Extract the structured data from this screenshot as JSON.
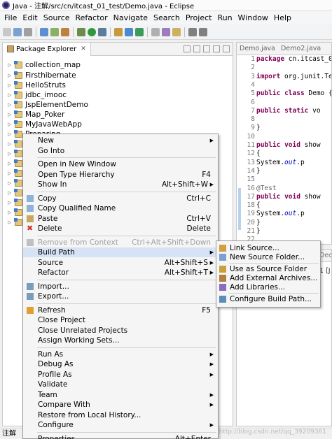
{
  "window": {
    "title": "Java - 注解/src/cn/itcast_01_test/Demo.java - Eclipse"
  },
  "menubar": [
    "File",
    "Edit",
    "Source",
    "Refactor",
    "Navigate",
    "Search",
    "Project",
    "Run",
    "Window",
    "Help"
  ],
  "package_explorer": {
    "tab_label": "Package Explorer",
    "projects": [
      "collection_map",
      "Firsthibernate",
      "HelloStruts",
      "jdbc_imooc",
      "JspElementDemo",
      "Map_Poker",
      "MyJavaWebApp",
      "Preparing"
    ]
  },
  "editor": {
    "tabs": [
      "Demo.java",
      "Demo2.java"
    ],
    "lines": [
      {
        "n": "1",
        "text": "package cn.itcast_0"
      },
      {
        "n": "2",
        "text": ""
      },
      {
        "n": "3",
        "text": "import org.junit.Tes"
      },
      {
        "n": "4",
        "text": ""
      },
      {
        "n": "5",
        "text": "public class Demo {"
      },
      {
        "n": "6",
        "text": ""
      },
      {
        "n": "7",
        "text": "    public static vo"
      },
      {
        "n": "8",
        "text": ""
      },
      {
        "n": "9",
        "text": "    }"
      },
      {
        "n": "10",
        "text": ""
      },
      {
        "n": "11",
        "text": "    public void show"
      },
      {
        "n": "12",
        "text": "    {"
      },
      {
        "n": "13",
        "text": "        System.out.p"
      },
      {
        "n": "14",
        "text": "    }"
      },
      {
        "n": "15",
        "text": ""
      },
      {
        "n": "16",
        "text": "    @Test"
      },
      {
        "n": "17",
        "text": "    public void show"
      },
      {
        "n": "18",
        "text": "    {"
      },
      {
        "n": "19",
        "text": "        System.out.p"
      },
      {
        "n": "20",
        "text": "    }"
      },
      {
        "n": "21",
        "text": "}"
      },
      {
        "n": "22",
        "text": ""
      }
    ]
  },
  "bottom_panel": {
    "tab_label": "Dec",
    "row_text": "1 [J"
  },
  "context_menu": {
    "items": [
      {
        "label": "New",
        "submenu": true
      },
      {
        "label": "Go Into"
      },
      {
        "sep": true
      },
      {
        "label": "Open in New Window"
      },
      {
        "label": "Open Type Hierarchy",
        "accel": "F4"
      },
      {
        "label": "Show In",
        "accel": "Alt+Shift+W",
        "submenu": true
      },
      {
        "sep": true
      },
      {
        "label": "Copy",
        "accel": "Ctrl+C",
        "icon": "copy-icon"
      },
      {
        "label": "Copy Qualified Name",
        "icon": "copy-icon"
      },
      {
        "label": "Paste",
        "accel": "Ctrl+V",
        "icon": "paste-icon"
      },
      {
        "label": "Delete",
        "accel": "Delete",
        "icon": "delete-icon"
      },
      {
        "sep": true
      },
      {
        "label": "Remove from Context",
        "accel": "Ctrl+Alt+Shift+Down",
        "disabled": true,
        "icon": "remove-context-icon"
      },
      {
        "label": "Build Path",
        "submenu": true,
        "highlight": true
      },
      {
        "label": "Source",
        "accel": "Alt+Shift+S",
        "submenu": true
      },
      {
        "label": "Refactor",
        "accel": "Alt+Shift+T",
        "submenu": true
      },
      {
        "sep": true
      },
      {
        "label": "Import...",
        "icon": "import-icon"
      },
      {
        "label": "Export...",
        "icon": "export-icon"
      },
      {
        "sep": true
      },
      {
        "label": "Refresh",
        "accel": "F5",
        "icon": "refresh-icon"
      },
      {
        "label": "Close Project"
      },
      {
        "label": "Close Unrelated Projects"
      },
      {
        "label": "Assign Working Sets..."
      },
      {
        "sep": true
      },
      {
        "label": "Run As",
        "submenu": true
      },
      {
        "label": "Debug As",
        "submenu": true
      },
      {
        "label": "Profile As",
        "submenu": true
      },
      {
        "label": "Validate"
      },
      {
        "label": "Team",
        "submenu": true
      },
      {
        "label": "Compare With",
        "submenu": true
      },
      {
        "label": "Restore from Local History..."
      },
      {
        "label": "Configure",
        "submenu": true
      },
      {
        "sep": true
      },
      {
        "label": "Properties",
        "accel": "Alt+Enter"
      }
    ]
  },
  "build_path_submenu": {
    "items": [
      {
        "label": "Link Source...",
        "icon": "link-source-icon"
      },
      {
        "label": "New Source Folder...",
        "icon": "new-source-folder-icon"
      },
      {
        "sep": true
      },
      {
        "label": "Use as Source Folder",
        "icon": "source-folder-icon"
      },
      {
        "label": "Add External Archives...",
        "icon": "jar-icon"
      },
      {
        "label": "Add Libraries...",
        "icon": "library-icon"
      },
      {
        "sep": true
      },
      {
        "label": "Configure Build Path...",
        "icon": "configure-icon"
      }
    ]
  },
  "status_bar": {
    "text": "注解"
  },
  "watermark": "http://blog.csdn.net/qq_39209361"
}
